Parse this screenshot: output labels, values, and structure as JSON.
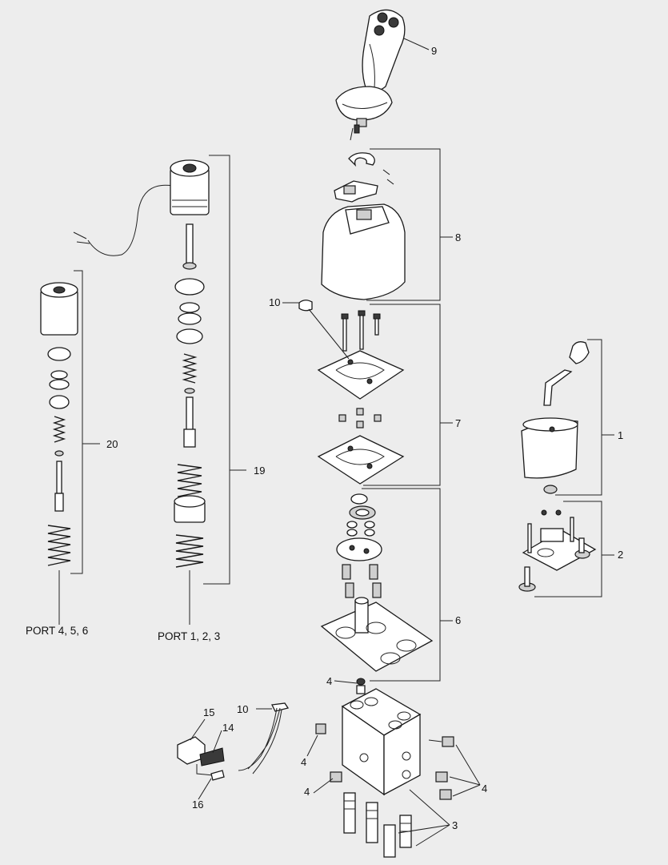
{
  "callouts": {
    "c1": "1",
    "c2": "2",
    "c3": "3",
    "c4a": "4",
    "c4b": "4",
    "c4c": "4",
    "c4d": "4",
    "c6": "6",
    "c7": "7",
    "c8": "8",
    "c9": "9",
    "c10a": "10",
    "c10b": "10",
    "c14": "14",
    "c15": "15",
    "c16": "16",
    "c19": "19",
    "c20": "20"
  },
  "ports": {
    "left": "PORT 4, 5, 6",
    "right": "PORT 1, 2, 3"
  }
}
